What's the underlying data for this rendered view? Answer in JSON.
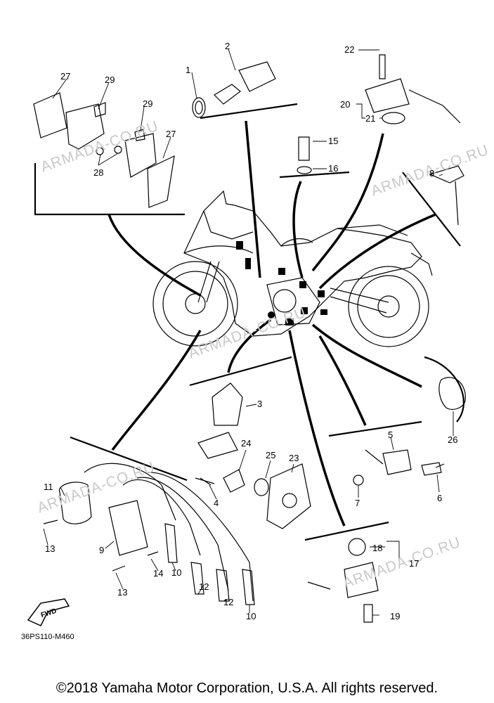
{
  "diagram": {
    "code": "36PS110-M460",
    "fwd_label": "FWD",
    "copyright": "©2018 Yamaha Motor Corporation, U.S.A. All rights reserved.",
    "watermark": "ARMADA-CO.RU",
    "part_labels": {
      "p1": "1",
      "p2": "2",
      "p27a": "27",
      "p29a": "29",
      "p29b": "29",
      "p27b": "27",
      "p28": "28",
      "p22": "22",
      "p20": "20",
      "p21": "21",
      "p15": "15",
      "p16": "16",
      "p8": "8",
      "p3": "3",
      "p24": "24",
      "p25": "25",
      "p23": "23",
      "p4": "4",
      "p5": "5",
      "p6": "6",
      "p7": "7",
      "p26": "26",
      "p11": "11",
      "p9": "9",
      "p13a": "13",
      "p13b": "13",
      "p14": "14",
      "p10a": "10",
      "p12a": "12",
      "p12b": "12",
      "p10b": "10",
      "p18": "18",
      "p17": "17",
      "p19": "19"
    }
  }
}
